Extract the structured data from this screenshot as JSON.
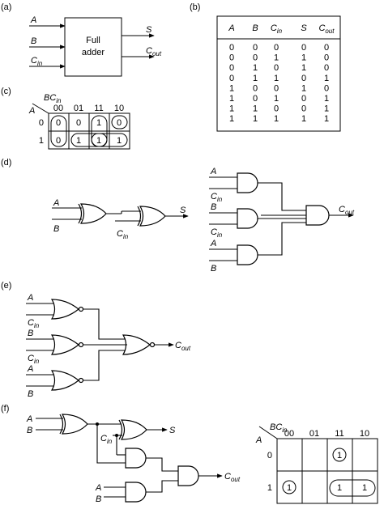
{
  "panels": {
    "a": "(a)",
    "b": "(b)",
    "c": "(c)",
    "d": "(d)",
    "e": "(e)",
    "f": "(f)"
  },
  "signals": {
    "A": "A",
    "B": "B",
    "C": "C",
    "S": "S",
    "in": "in",
    "out": "out",
    "BC": "BC"
  },
  "adder": {
    "line1": "Full",
    "line2": "adder"
  },
  "truth_table": {
    "rows": [
      [
        "0",
        "0",
        "0",
        "0",
        "0"
      ],
      [
        "0",
        "0",
        "1",
        "1",
        "0"
      ],
      [
        "0",
        "1",
        "0",
        "1",
        "0"
      ],
      [
        "0",
        "1",
        "1",
        "0",
        "1"
      ],
      [
        "1",
        "0",
        "0",
        "1",
        "0"
      ],
      [
        "1",
        "0",
        "1",
        "0",
        "1"
      ],
      [
        "1",
        "1",
        "0",
        "0",
        "1"
      ],
      [
        "1",
        "1",
        "1",
        "1",
        "1"
      ]
    ]
  },
  "kmap": {
    "col_codes": [
      "00",
      "01",
      "11",
      "10"
    ],
    "row_codes": [
      "0",
      "1"
    ],
    "cells_c": [
      [
        "0",
        "0",
        "1",
        "0"
      ],
      [
        "0",
        "1",
        "1",
        "1"
      ]
    ],
    "cells_f": [
      [
        "",
        "",
        "1",
        ""
      ],
      [
        "1",
        "",
        "1",
        "1"
      ]
    ]
  }
}
